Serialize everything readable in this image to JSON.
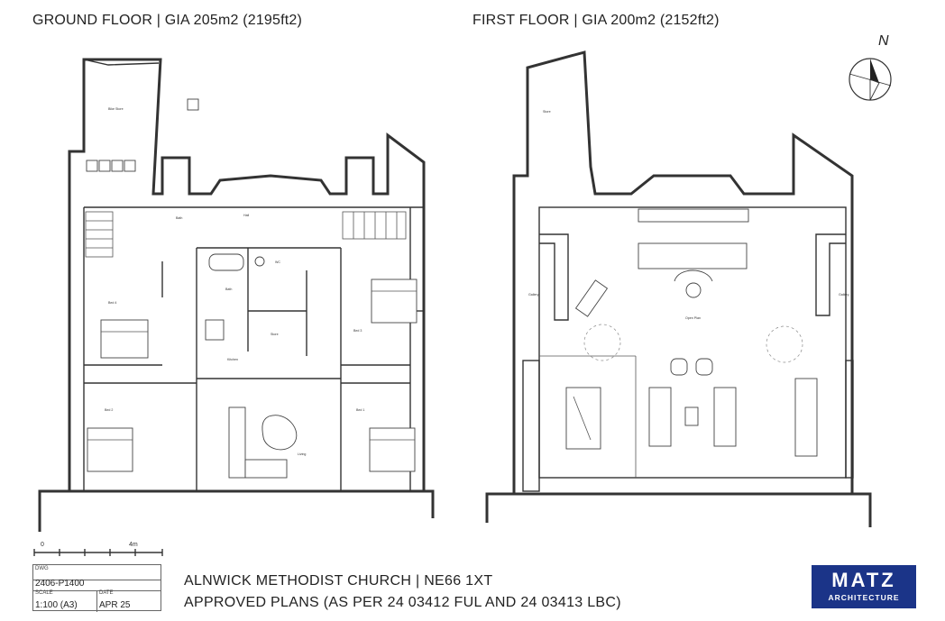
{
  "ground_floor": {
    "title": "GROUND FLOOR | GIA 205m2 (2195ft2)",
    "rooms": [
      "Bike Store",
      "Bath",
      "Hall",
      "Bed 4",
      "WC",
      "Bath",
      "Bed 3",
      "Store",
      "Bed 1",
      "Bed 2",
      "Kitchen",
      "Living"
    ]
  },
  "first_floor": {
    "title": "FIRST FLOOR | GIA 200m2 (2152ft2)",
    "rooms": [
      "Store",
      "Gallery",
      "Open Plan",
      "Gallery"
    ]
  },
  "north_label": "N",
  "scale_bar": {
    "start_label": "0",
    "end_label": "4m"
  },
  "title_block": {
    "dwg_label": "DWG",
    "dwg_value": "2406-P1400",
    "scale_label": "SCALE",
    "scale_value": "1:100 (A3)",
    "date_label": "DATE",
    "date_value": "APR 25"
  },
  "project": {
    "line1": "ALNWICK METHODIST CHURCH | NE66 1XT",
    "line2": "APPROVED PLANS (AS PER 24  03412  FUL AND 24  03413  LBC)"
  },
  "logo": {
    "line1": "MATZ",
    "line2": "ARCHITECTURE"
  },
  "colors": {
    "logo_bg": "#1b3488",
    "line": "#333333"
  }
}
